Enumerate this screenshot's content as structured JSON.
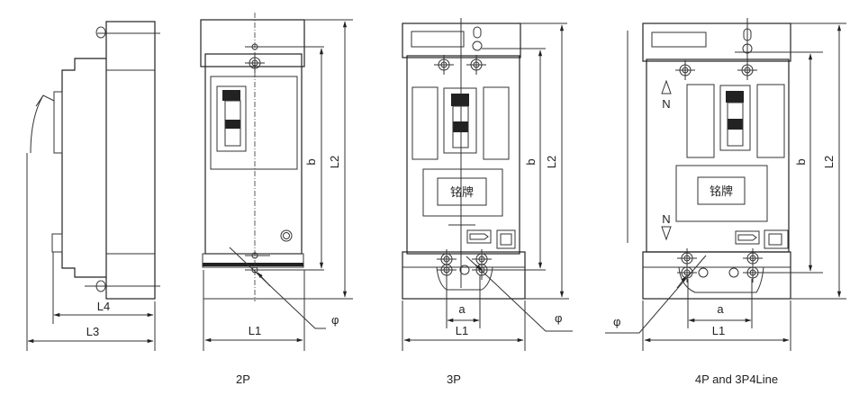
{
  "views": {
    "side": {
      "l4": "L4",
      "l3": "L3"
    },
    "two_pole": {
      "caption": "2P",
      "b": "b",
      "l2": "L2",
      "l1": "L1",
      "phi": "φ"
    },
    "three_pole": {
      "caption": "3P",
      "b": "b",
      "l2": "L2",
      "l1": "L1",
      "a": "a",
      "phi": "φ",
      "nameplate": "铭牌"
    },
    "four_pole": {
      "caption": "4P and 3P4Line",
      "b": "b",
      "l2": "L2",
      "l1": "L1",
      "a": "a",
      "phi": "φ",
      "nameplate": "铭牌",
      "n_top": "N",
      "n_bottom": "N"
    }
  }
}
